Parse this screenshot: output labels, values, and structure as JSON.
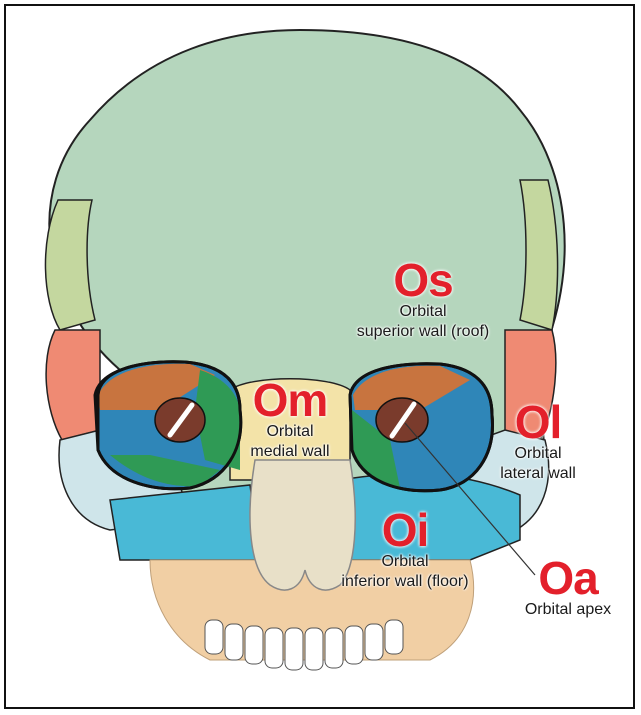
{
  "labels": {
    "os": {
      "code": "Os",
      "line1": "Orbital",
      "line2": "superior wall (roof)"
    },
    "om": {
      "code": "Om",
      "line1": "Orbital",
      "line2": "medial wall"
    },
    "ol": {
      "code": "Ol",
      "line1": "Orbital",
      "line2": "lateral wall"
    },
    "oi": {
      "code": "Oi",
      "line1": "Orbital",
      "line2": "inferior wall (floor)"
    },
    "oa": {
      "code": "Oa",
      "line1": "Orbital apex"
    }
  },
  "colors": {
    "label_code": "#e3202b",
    "frontal_bone": "#b5d6bd",
    "parietal_bone": "#c4d79f",
    "temporal_bone": "#ef8a73",
    "sphenoid_lateral": "#2f86b8",
    "zygomatic": "#9fd0da",
    "maxilla_floor": "#49b9d6",
    "ethmoid_medial": "#f3e3a8",
    "roof_orange": "#c8743f",
    "apex_brown": "#7a3b2c",
    "green_inferior": "#2f9a55",
    "mandible": "#f1cfa4"
  }
}
